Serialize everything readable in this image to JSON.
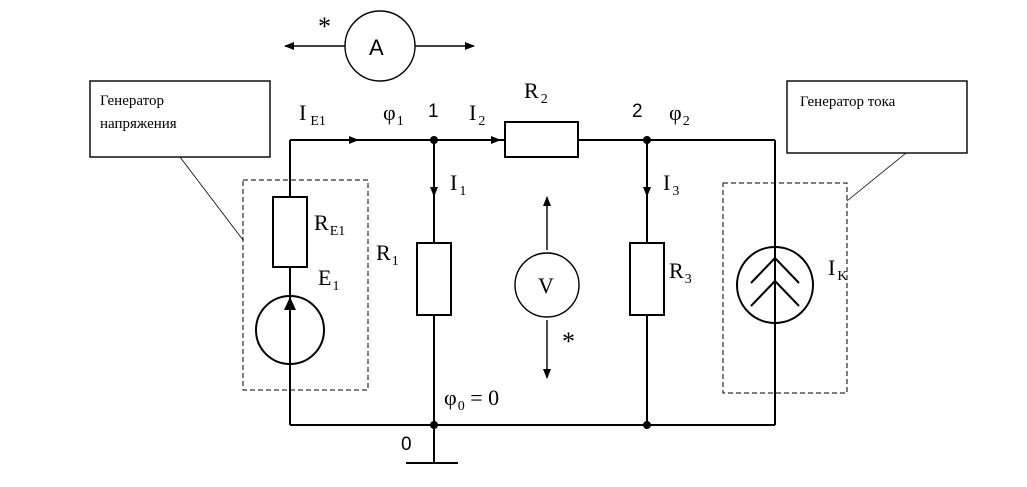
{
  "callouts": {
    "voltage_generator": [
      "Генератор",
      "напряжения"
    ],
    "current_generator": "Генератор тока"
  },
  "meters": {
    "ammeter": "A",
    "voltmeter": "V",
    "star": "*"
  },
  "currents": {
    "ie1": {
      "main": "I",
      "sub": "E1"
    },
    "i1": {
      "main": "I",
      "sub": "1"
    },
    "i2": {
      "main": "I",
      "sub": "2"
    },
    "i3": {
      "main": "I",
      "sub": "3"
    },
    "ik": {
      "main": "I",
      "sub": "K"
    }
  },
  "potentials": {
    "phi1": {
      "main": "φ",
      "sub": "1"
    },
    "phi2": {
      "main": "φ",
      "sub": "2"
    },
    "phi0": {
      "main": "φ",
      "sub": "0",
      "tail": " = 0"
    }
  },
  "components": {
    "r2": {
      "main": "R",
      "sub": "2"
    },
    "r1": {
      "main": "R",
      "sub": "1"
    },
    "r3": {
      "main": "R",
      "sub": "3"
    },
    "re1": {
      "main": "R",
      "sub": "E1"
    },
    "e1": {
      "main": "E",
      "sub": "1"
    }
  },
  "nodes": {
    "n1": "1",
    "n2": "2",
    "n0": "0"
  }
}
